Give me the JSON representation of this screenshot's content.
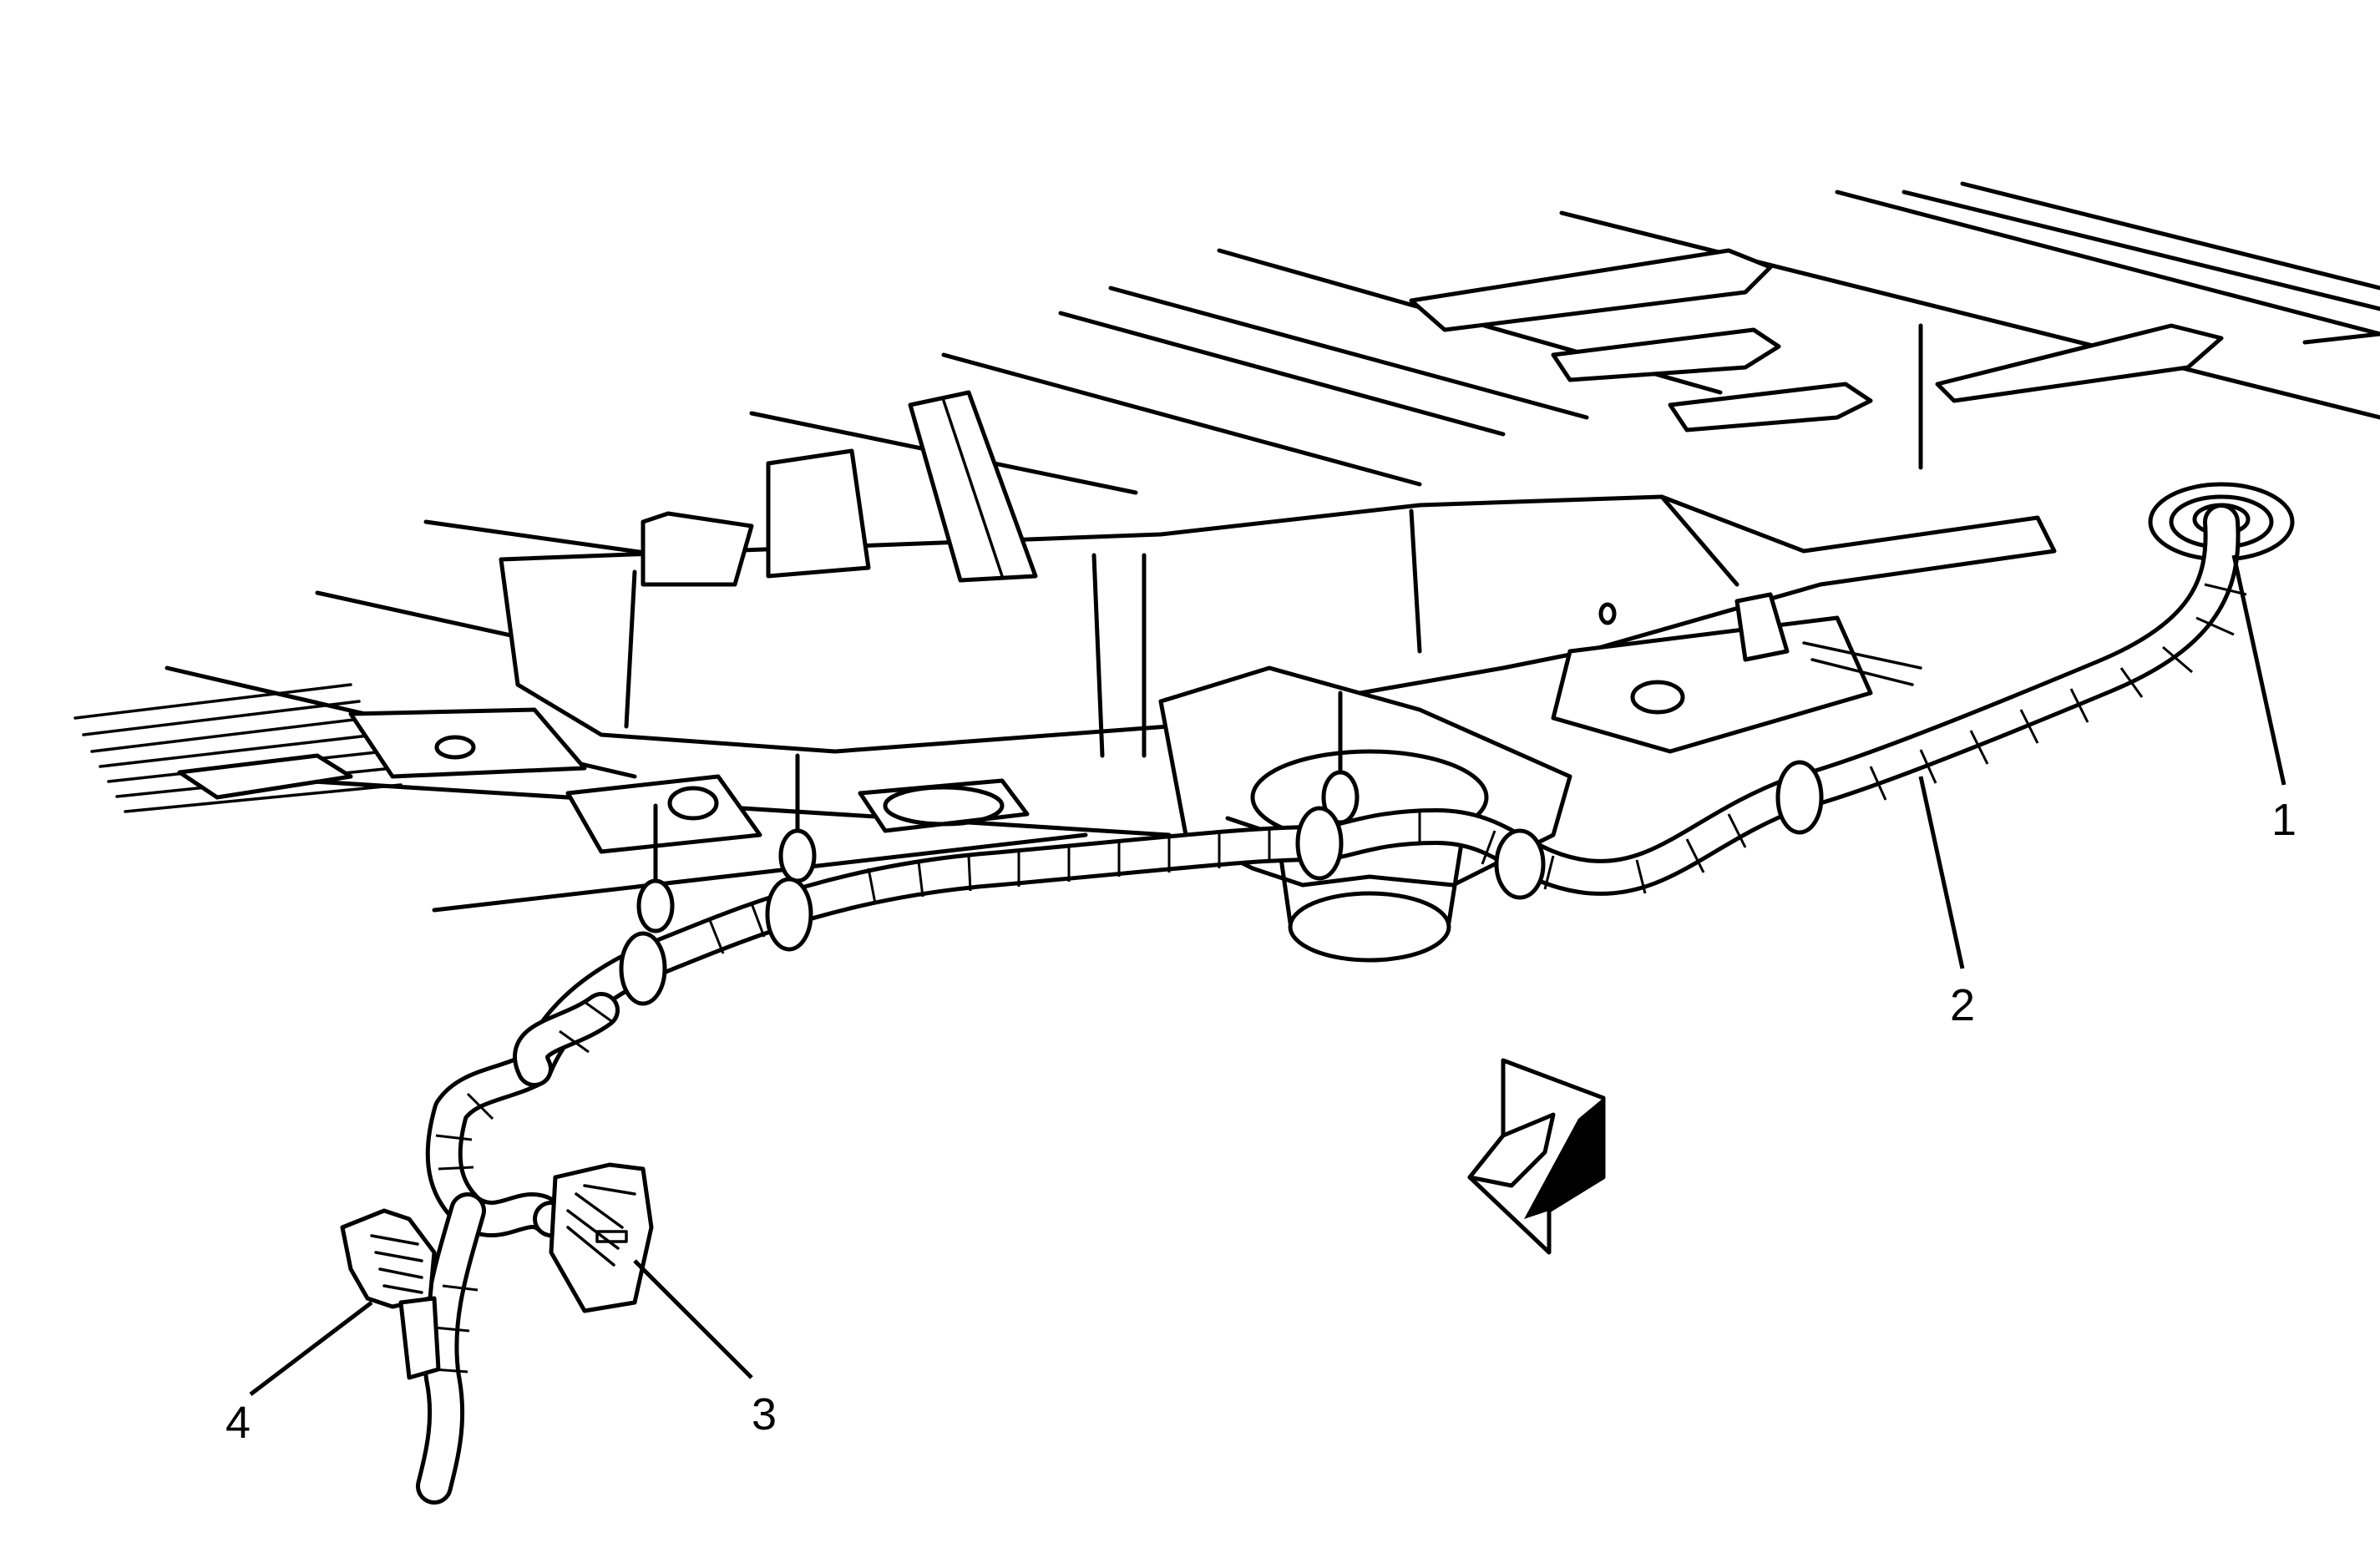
{
  "diagram": {
    "callouts": [
      {
        "id": "1",
        "label": "1"
      },
      {
        "id": "2",
        "label": "2"
      },
      {
        "id": "3",
        "label": "3"
      },
      {
        "id": "4",
        "label": "4"
      }
    ],
    "icons": {
      "direction_arrow": "arrow-front-icon"
    },
    "colors": {
      "line": "#000000",
      "background": "#ffffff"
    }
  }
}
